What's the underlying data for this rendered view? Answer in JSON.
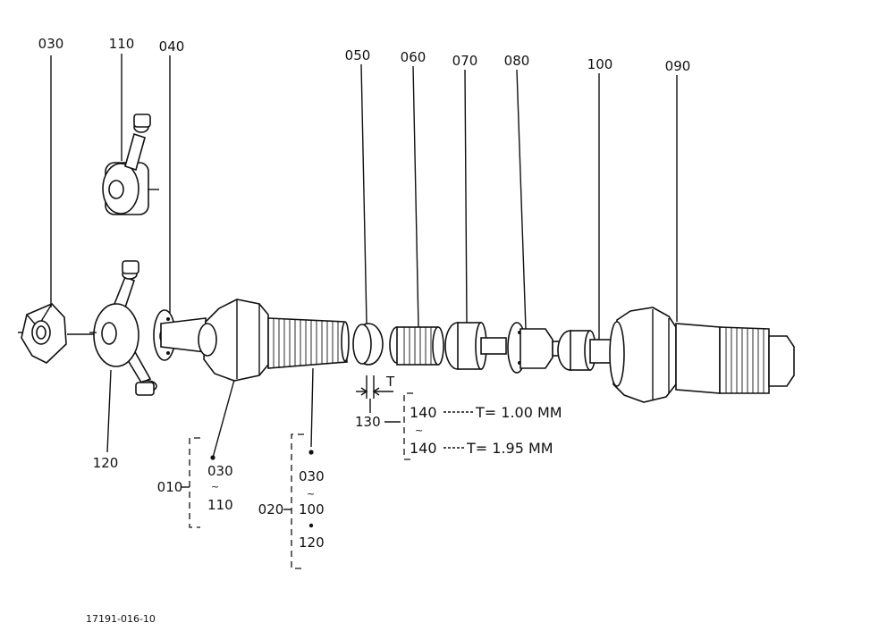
{
  "callouts": {
    "c030": "030",
    "c110": "110",
    "c040": "040",
    "c050": "050",
    "c060": "060",
    "c070": "070",
    "c080": "080",
    "c100": "100",
    "c090": "090",
    "c120": "120"
  },
  "groups": {
    "g010": {
      "id": "010",
      "from": "030",
      "sep": "~",
      "to": "110"
    },
    "g020": {
      "id": "020",
      "from": "030",
      "sep": "~",
      "to": "100",
      "extra": "120"
    }
  },
  "shim": {
    "ref": "130",
    "gap_label": "T",
    "first": {
      "ref": "140",
      "text": "T= 1.00 MM"
    },
    "sep": "~",
    "last": {
      "ref": "140",
      "text": "T= 1.95 MM"
    }
  },
  "drawing_number": "17191-016-10"
}
